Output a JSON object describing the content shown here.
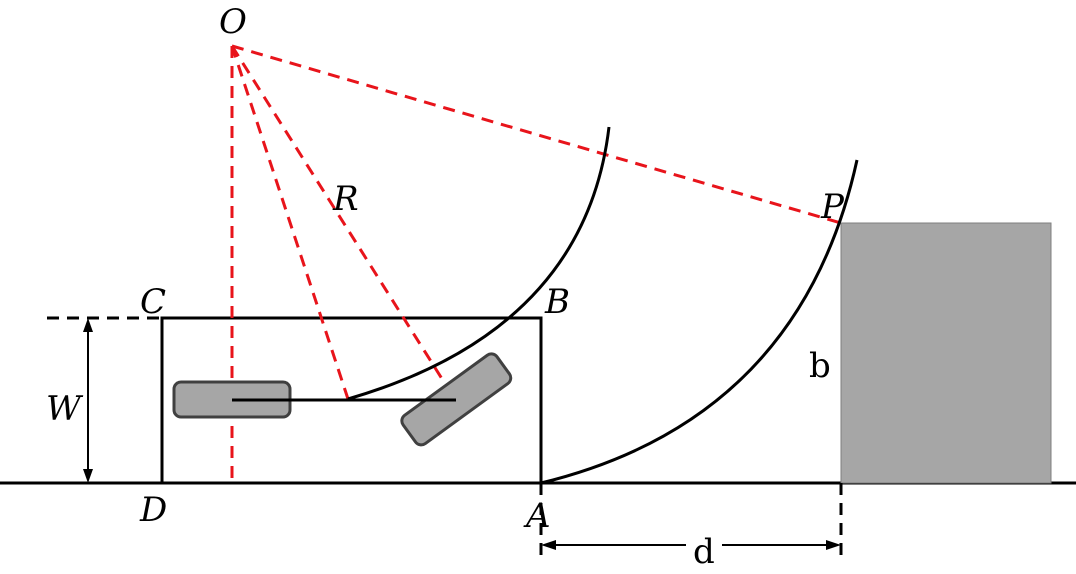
{
  "labels": {
    "O": "O",
    "R": "R",
    "P": "P",
    "B": "B",
    "C": "C",
    "D": "D",
    "A": "A",
    "W": "W",
    "b": "b",
    "d": "d"
  },
  "colors": {
    "radius_lines": "#e8141b",
    "outline": "#000000",
    "wheel_fill": "#a6a6a6",
    "obstacle_fill": "#a6a6a6"
  }
}
